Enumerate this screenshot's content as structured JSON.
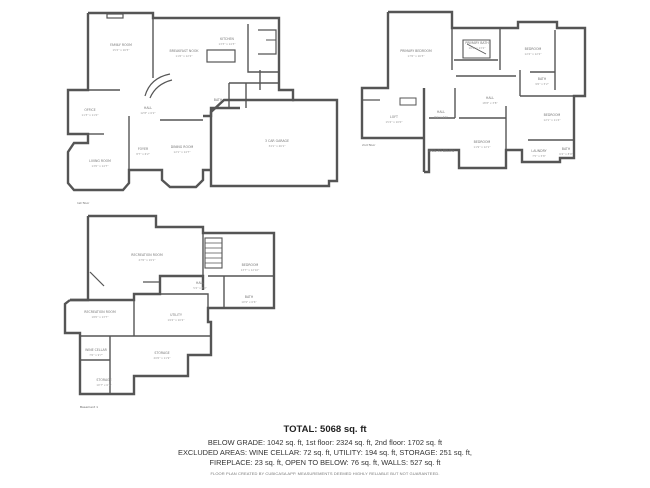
{
  "floors": {
    "first": {
      "label": "1st floor",
      "rooms": [
        {
          "name": "FAMILY ROOM",
          "dim": "15'2\" x 16'5\""
        },
        {
          "name": "BREAKFAST NOOK",
          "dim": "11'6\" x 12'2\""
        },
        {
          "name": "KITCHEN",
          "dim": "13'3\" x 14'3\""
        },
        {
          "name": "OFFICE",
          "dim": "11'3\" x 11'0\""
        },
        {
          "name": "HALL",
          "dim": "12'8\" x 6'2\""
        },
        {
          "name": "BATH",
          "dim": ""
        },
        {
          "name": "FOYER",
          "dim": "8'7\" x 6'2\""
        },
        {
          "name": "DINING ROOM",
          "dim": "12'1\" x 14'7\""
        },
        {
          "name": "LIVING ROOM",
          "dim": "13'0\" x 14'7\""
        },
        {
          "name": "3 CAR GARAGE",
          "dim": "34'1\" x 26'1\""
        }
      ]
    },
    "second": {
      "label": "2nd floor",
      "rooms": [
        {
          "name": "PRIMARY BEDROOM",
          "dim": "17'6\" x 16'3\""
        },
        {
          "name": "PRIMARY BATH",
          "dim": "10'9\" x 13'2\""
        },
        {
          "name": "BEDROOM",
          "dim": "12'4\" x 12'2\""
        },
        {
          "name": "BATH",
          "dim": "9'6\" x 5'2\""
        },
        {
          "name": "HALL",
          "dim": "18'8\" x 3'8\""
        },
        {
          "name": "LOFT",
          "dim": "15'4\" x 10'0\""
        },
        {
          "name": "HALL",
          "dim": "8'1\" x 5'6\""
        },
        {
          "name": "OPEN TO BELOW",
          "dim": ""
        },
        {
          "name": "BEDROOM",
          "dim": "11'9\" x 12'1\""
        },
        {
          "name": "BEDROOM",
          "dim": "12'1\" x 11'4\""
        },
        {
          "name": "LAUNDRY",
          "dim": "7'5\" x 5'8\""
        },
        {
          "name": "BATH",
          "dim": "6'4\" x 8'9\""
        }
      ]
    },
    "basement": {
      "label": "Basement 1",
      "rooms": [
        {
          "name": "RECREATION ROOM",
          "dim": "27'6\" x 19'1\""
        },
        {
          "name": "BEDROOM",
          "dim": "13'7\" x 12'10\""
        },
        {
          "name": "HALL",
          "dim": "5'2\" x 5'0\""
        },
        {
          "name": "BATH",
          "dim": "10'9\" x 6'6\""
        },
        {
          "name": "RECREATION ROOM",
          "dim": "18'0\" x 13'7\""
        },
        {
          "name": "UTILITY",
          "dim": "19'4\" x 10'2\""
        },
        {
          "name": "WINE CELLAR",
          "dim": "7'6\" x 9'7\""
        },
        {
          "name": "STORAGE",
          "dim": "20'6\" x 11'9\""
        },
        {
          "name": "STORAGE",
          "dim": "10'7\" x 6'1\""
        }
      ]
    }
  },
  "summary": {
    "total": "TOTAL: 5068 sq. ft",
    "line1": "BELOW GRADE: 1042 sq. ft, 1st floor: 2324 sq. ft, 2nd floor: 1702 sq. ft",
    "line2": "EXCLUDED AREAS: WINE CELLAR: 72 sq. ft, UTILITY: 194 sq. ft, STORAGE: 251 sq. ft,",
    "line3": "FIREPLACE: 23 sq. ft, OPEN TO BELOW: 76 sq. ft, WALLS: 527 sq. ft",
    "disclaimer": "FLOOR PLAN CREATED BY CUBICASA APP. MEASUREMENTS DEEMED HIGHLY RELIABLE BUT NOT GUARANTEED."
  }
}
